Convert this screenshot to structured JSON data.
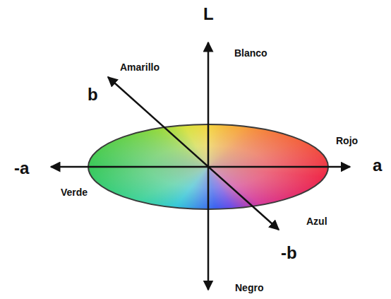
{
  "diagram": {
    "labels": [
      "L",
      "Blanco",
      "Amarillo",
      "b",
      "Rojo",
      "-a",
      "a",
      "Verde",
      "Azul",
      "-b",
      "Negro"
    ]
  }
}
